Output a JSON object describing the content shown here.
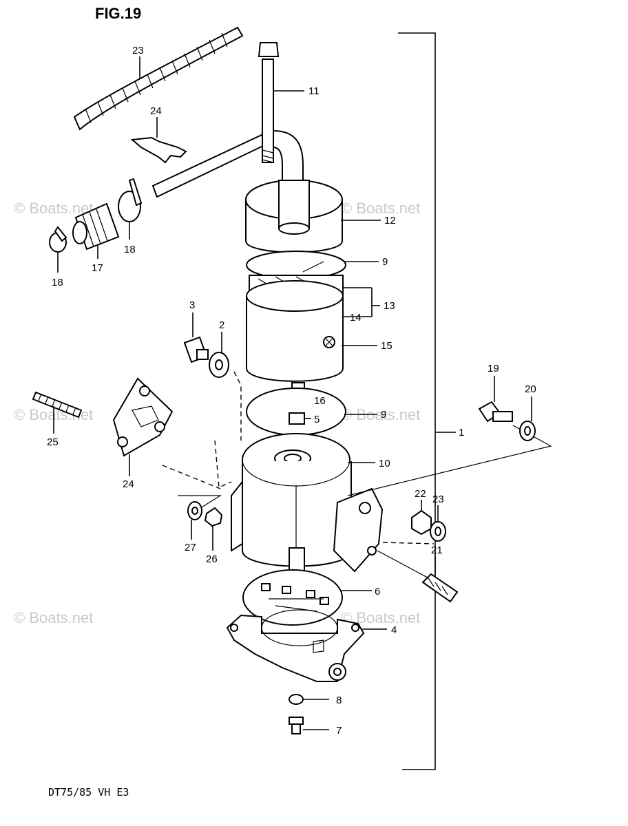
{
  "figure": {
    "title": "FIG.19",
    "model": "DT75/85 VH E3"
  },
  "watermark": "© Boats.net",
  "callouts": [
    {
      "id": "c23a",
      "label": "23"
    },
    {
      "id": "c24a",
      "label": "24"
    },
    {
      "id": "c11",
      "label": "11"
    },
    {
      "id": "c12",
      "label": "12"
    },
    {
      "id": "c9a",
      "label": "9"
    },
    {
      "id": "c13",
      "label": "13"
    },
    {
      "id": "c14",
      "label": "14"
    },
    {
      "id": "c15",
      "label": "15"
    },
    {
      "id": "c18a",
      "label": "18"
    },
    {
      "id": "c17",
      "label": "17"
    },
    {
      "id": "c18b",
      "label": "18"
    },
    {
      "id": "c3",
      "label": "3"
    },
    {
      "id": "c2",
      "label": "2"
    },
    {
      "id": "c16",
      "label": "16"
    },
    {
      "id": "c9b",
      "label": "9"
    },
    {
      "id": "c5",
      "label": "5"
    },
    {
      "id": "c1",
      "label": "1"
    },
    {
      "id": "c19",
      "label": "19"
    },
    {
      "id": "c20",
      "label": "20"
    },
    {
      "id": "c25",
      "label": "25"
    },
    {
      "id": "c24b",
      "label": "24"
    },
    {
      "id": "c10",
      "label": "10"
    },
    {
      "id": "c22",
      "label": "22"
    },
    {
      "id": "c23b",
      "label": "23"
    },
    {
      "id": "c21",
      "label": "21"
    },
    {
      "id": "c27",
      "label": "27"
    },
    {
      "id": "c26",
      "label": "26"
    },
    {
      "id": "c6",
      "label": "6"
    },
    {
      "id": "c4",
      "label": "4"
    },
    {
      "id": "c8",
      "label": "8"
    },
    {
      "id": "c7",
      "label": "7"
    }
  ]
}
